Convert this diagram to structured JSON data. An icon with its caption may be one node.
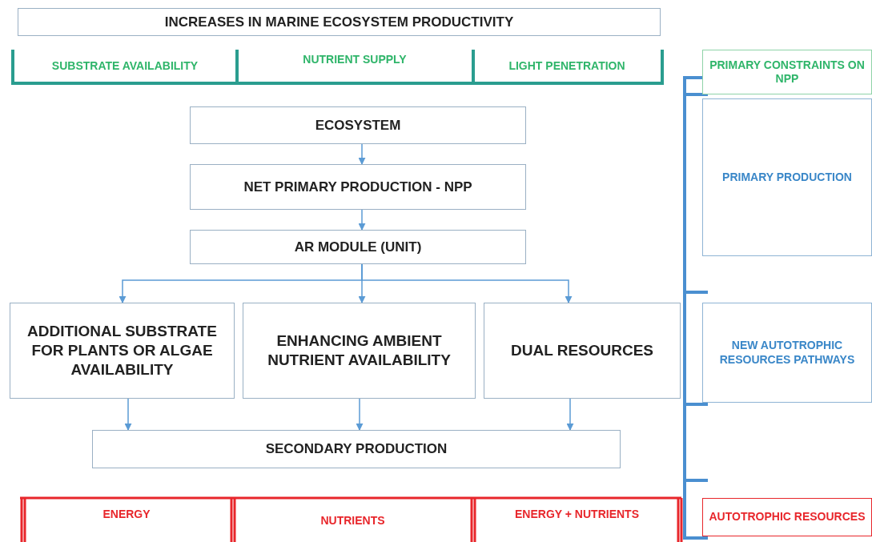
{
  "diagram": {
    "nodes": [
      {
        "text": [
          "INCREASES IN MARINE ECOSYSTEM PRODUCTIVITY"
        ]
      },
      {
        "text": [
          "SUBSTRATE AVAILABILITY"
        ]
      },
      {
        "text": [
          "NUTRIENT SUPPLY"
        ]
      },
      {
        "text": [
          "LIGHT PENETRATION"
        ]
      },
      {
        "text": [
          "PRIMARY CONSTRAINTS ON NPP"
        ]
      },
      {
        "text": [
          "ECOSYSTEM"
        ]
      },
      {
        "text": [
          "NET PRIMARY PRODUCTION - NPP"
        ]
      },
      {
        "text": [
          "PRIMARY PRODUCTION"
        ]
      },
      {
        "text": [
          "AR MODULE (UNIT)"
        ]
      },
      {
        "text": [
          "ADDITIONAL SUBSTRATE FOR PLANTS OR ALGAE AVAILABILITY"
        ]
      },
      {
        "text": [
          "ENHANCING AMBIENT NUTRIENT AVAILABILITY"
        ]
      },
      {
        "text": [
          "DUAL RESOURCES"
        ]
      },
      {
        "text": [
          "NEW AUTOTROPHIC RESOURCES PATHWAYS"
        ]
      },
      {
        "text": [
          "SECONDARY PRODUCTION"
        ]
      },
      {
        "text": [
          "ENERGY"
        ]
      },
      {
        "text": [
          "NUTRIENTS"
        ]
      },
      {
        "text": [
          "ENERGY + NUTRIENTS"
        ]
      },
      {
        "text": [
          "AUTOTROPHIC RESOURCES"
        ]
      }
    ],
    "edges": [
      {
        "from": 5,
        "to": 6,
        "arrow": "to"
      },
      {
        "from": 6,
        "to": 8,
        "arrow": "to"
      },
      {
        "from": 8,
        "to": 9,
        "arrow": "to"
      },
      {
        "from": 8,
        "to": 10,
        "arrow": "to"
      },
      {
        "from": 8,
        "to": 11,
        "arrow": "to"
      },
      {
        "from": 9,
        "to": 13,
        "arrow": "to"
      },
      {
        "from": 10,
        "to": 13,
        "arrow": "to"
      },
      {
        "from": 11,
        "to": 13,
        "arrow": "to"
      }
    ]
  }
}
